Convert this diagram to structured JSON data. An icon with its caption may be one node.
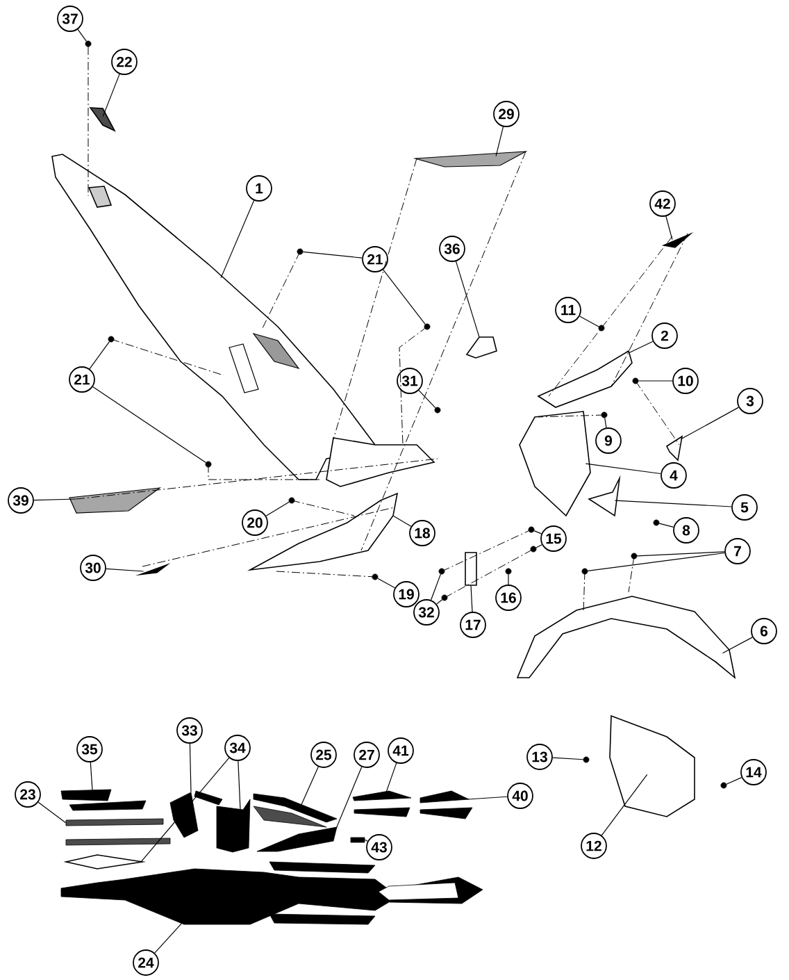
{
  "diagram": {
    "nodes": [
      {
        "text": [
          "1"
        ]
      },
      {
        "text": [
          "2"
        ]
      },
      {
        "text": [
          "3"
        ]
      },
      {
        "text": [
          "4"
        ]
      },
      {
        "text": [
          "5"
        ]
      },
      {
        "text": [
          "6"
        ]
      },
      {
        "text": [
          "7"
        ]
      },
      {
        "text": [
          "8"
        ]
      },
      {
        "text": [
          "9"
        ]
      },
      {
        "text": [
          "10"
        ]
      },
      {
        "text": [
          "11"
        ]
      },
      {
        "text": [
          "12"
        ]
      },
      {
        "text": [
          "13"
        ]
      },
      {
        "text": [
          "14"
        ]
      },
      {
        "text": [
          "15"
        ]
      },
      {
        "text": [
          "16"
        ]
      },
      {
        "text": [
          "17"
        ]
      },
      {
        "text": [
          "18"
        ]
      },
      {
        "text": [
          "19"
        ]
      },
      {
        "text": [
          "20"
        ]
      },
      {
        "text": [
          "21"
        ]
      },
      {
        "text": [
          "21"
        ]
      },
      {
        "text": [
          "22"
        ]
      },
      {
        "text": [
          "23"
        ]
      },
      {
        "text": [
          "24"
        ]
      },
      {
        "text": [
          "25"
        ]
      },
      {
        "text": [
          "27"
        ]
      },
      {
        "text": [
          "29"
        ]
      },
      {
        "text": [
          "30"
        ]
      },
      {
        "text": [
          "31"
        ]
      },
      {
        "text": [
          "32"
        ]
      },
      {
        "text": [
          "33"
        ]
      },
      {
        "text": [
          "34"
        ]
      },
      {
        "text": [
          "35"
        ]
      },
      {
        "text": [
          "36"
        ]
      },
      {
        "text": [
          "37"
        ]
      },
      {
        "text": [
          "39"
        ]
      },
      {
        "text": [
          "40"
        ]
      },
      {
        "text": [
          "41"
        ]
      },
      {
        "text": [
          "42"
        ]
      },
      {
        "text": [
          "43"
        ]
      },
      {
        "text": [],
        "shape": "picture"
      },
      {
        "text": [],
        "shape": "picture"
      },
      {
        "text": [],
        "shape": "picture"
      },
      {
        "text": [],
        "shape": "picture"
      },
      {
        "text": [],
        "shape": "picture"
      },
      {
        "text": [],
        "shape": "picture"
      },
      {
        "text": [],
        "shape": "circle"
      },
      {
        "text": [],
        "shape": "circle"
      },
      {
        "text": [],
        "shape": "circle"
      },
      {
        "text": [],
        "shape": "circle"
      },
      {
        "text": [],
        "shape": "circle"
      },
      {
        "text": [],
        "shape": "circle"
      },
      {
        "text": [],
        "shape": "picture"
      },
      {
        "text": [],
        "shape": "circle"
      },
      {
        "text": [],
        "shape": "circle"
      },
      {
        "text": [],
        "shape": "circle"
      },
      {
        "text": [],
        "shape": "circle"
      },
      {
        "text": [],
        "shape": "circle"
      },
      {
        "text": [],
        "shape": "box"
      },
      {
        "text": [],
        "shape": "picture"
      },
      {
        "text": [],
        "shape": "circle"
      },
      {
        "text": [],
        "shape": "circle"
      },
      {
        "text": [],
        "shape": "circle"
      },
      {
        "text": [],
        "shape": "circle"
      },
      {
        "text": [],
        "shape": "circle"
      },
      {
        "text": [],
        "shape": "circle"
      },
      {
        "text": [],
        "shape": "picture"
      },
      {
        "text": [],
        "shape": "bar"
      },
      {
        "text": [],
        "shape": "picture"
      },
      {
        "text": [],
        "shape": "picture"
      },
      {
        "text": [],
        "shape": "picture"
      },
      {
        "text": [],
        "shape": "picture"
      },
      {
        "text": [],
        "shape": "picture"
      },
      {
        "text": [],
        "shape": "circle"
      },
      {
        "text": [],
        "shape": "circle"
      },
      {
        "text": [],
        "shape": "circle"
      },
      {
        "text": [],
        "shape": "picture"
      },
      {
        "text": [],
        "shape": "picture"
      },
      {
        "text": [],
        "shape": "picture"
      },
      {
        "text": [],
        "shape": "bar"
      },
      {
        "text": [],
        "shape": "picture"
      },
      {
        "text": [],
        "shape": "circle"
      },
      {
        "text": [],
        "shape": "picture"
      },
      {
        "text": [],
        "shape": "picture"
      },
      {
        "text": [],
        "shape": "picture"
      },
      {
        "text": [],
        "shape": "picture"
      },
      {
        "text": [],
        "shape": "bar"
      },
      {
        "text": [],
        "shape": "bar"
      },
      {
        "text": [],
        "shape": "bar"
      },
      {
        "text": [],
        "shape": "picture"
      },
      {
        "text": [],
        "shape": "picture"
      },
      {
        "text": [],
        "shape": "bar"
      },
      {
        "text": [],
        "shape": "bar"
      },
      {
        "text": [],
        "shape": "bar"
      },
      {
        "text": [],
        "shape": "bar"
      },
      {
        "text": [],
        "shape": "picture",
        "in": 41
      },
      {
        "text": [],
        "shape": "picture",
        "in": 41
      }
    ],
    "edges": [
      {
        "from": 0,
        "to": 41,
        "arrow": "none"
      },
      {
        "from": 1,
        "to": 42,
        "arrow": "none"
      },
      {
        "from": 2,
        "to": 43,
        "arrow": "none"
      },
      {
        "from": 3,
        "to": 44,
        "arrow": "none"
      },
      {
        "from": 4,
        "to": 45,
        "arrow": "none"
      },
      {
        "from": 5,
        "to": 46,
        "arrow": "none"
      },
      {
        "from": 6,
        "to": 47,
        "arrow": "none"
      },
      {
        "from": 6,
        "to": 48,
        "arrow": "none"
      },
      {
        "from": 7,
        "to": 49,
        "arrow": "none"
      },
      {
        "from": 8,
        "to": 50,
        "arrow": "none"
      },
      {
        "from": 9,
        "to": 51,
        "arrow": "none"
      },
      {
        "from": 10,
        "to": 52,
        "arrow": "none"
      },
      {
        "from": 11,
        "to": 53,
        "arrow": "none"
      },
      {
        "from": 12,
        "to": 54,
        "arrow": "none"
      },
      {
        "from": 13,
        "to": 55,
        "arrow": "none"
      },
      {
        "from": 14,
        "to": 56,
        "arrow": "none"
      },
      {
        "from": 14,
        "to": 57,
        "arrow": "none"
      },
      {
        "from": 15,
        "to": 58,
        "arrow": "none"
      },
      {
        "from": 16,
        "to": 59,
        "arrow": "none"
      },
      {
        "from": 17,
        "to": 60,
        "arrow": "none"
      },
      {
        "from": 18,
        "to": 61,
        "arrow": "none"
      },
      {
        "from": 19,
        "to": 62,
        "arrow": "none"
      },
      {
        "from": 20,
        "to": 63,
        "arrow": "none"
      },
      {
        "from": 20,
        "to": 64,
        "arrow": "none"
      },
      {
        "from": 21,
        "to": 65,
        "arrow": "none"
      },
      {
        "from": 21,
        "to": 66,
        "arrow": "none"
      },
      {
        "from": 22,
        "to": 67,
        "arrow": "none"
      },
      {
        "from": 23,
        "to": 68,
        "arrow": "none"
      },
      {
        "from": 24,
        "to": 69,
        "arrow": "none"
      },
      {
        "from": 25,
        "to": 70,
        "arrow": "none"
      },
      {
        "from": 26,
        "to": 71,
        "arrow": "none"
      },
      {
        "from": 27,
        "to": 72,
        "arrow": "none"
      },
      {
        "from": 28,
        "to": 73,
        "arrow": "none"
      },
      {
        "from": 29,
        "to": 74,
        "arrow": "none"
      },
      {
        "from": 30,
        "to": 75,
        "arrow": "none"
      },
      {
        "from": 30,
        "to": 76,
        "arrow": "none"
      },
      {
        "from": 31,
        "to": 77,
        "arrow": "none"
      },
      {
        "from": 32,
        "to": 78,
        "arrow": "none"
      },
      {
        "from": 32,
        "to": 79,
        "arrow": "none"
      },
      {
        "from": 33,
        "to": 80,
        "arrow": "none"
      },
      {
        "from": 34,
        "to": 81,
        "arrow": "none"
      },
      {
        "from": 35,
        "to": 82,
        "arrow": "none"
      },
      {
        "from": 36,
        "to": 83,
        "arrow": "none"
      },
      {
        "from": 37,
        "to": 84,
        "arrow": "none"
      },
      {
        "from": 38,
        "to": 85,
        "arrow": "none"
      },
      {
        "from": 39,
        "to": 86,
        "arrow": "none"
      },
      {
        "from": 40,
        "to": 87,
        "arrow": "none"
      },
      {
        "from": 82,
        "to": 96,
        "arrow": "none",
        "style": "dashed"
      },
      {
        "from": 72,
        "to": 41,
        "arrow": "none",
        "style": "dashed"
      },
      {
        "from": 72,
        "to": 60,
        "arrow": "none",
        "style": "dashed"
      },
      {
        "from": 86,
        "to": 42,
        "arrow": "none",
        "style": "dashed"
      },
      {
        "from": 86,
        "to": 42,
        "arrow": "none",
        "style": "dashed"
      },
      {
        "from": 65,
        "to": 41,
        "arrow": "none",
        "style": "dashed"
      },
      {
        "from": 83,
        "to": 41,
        "arrow": "none",
        "style": "dashed"
      },
      {
        "from": 73,
        "to": 60,
        "arrow": "none",
        "style": "dashed"
      },
      {
        "from": 63,
        "to": 41,
        "arrow": "none",
        "style": "dashed"
      },
      {
        "from": 64,
        "to": 41,
        "arrow": "none",
        "style": "dashed"
      },
      {
        "from": 75,
        "to": 56,
        "arrow": "none",
        "style": "dashed"
      },
      {
        "from": 76,
        "to": 57,
        "arrow": "none",
        "style": "dashed"
      },
      {
        "from": 60,
        "to": 61,
        "arrow": "none",
        "style": "dashed"
      },
      {
        "from": 62,
        "to": 60,
        "arrow": "none",
        "style": "dashed"
      },
      {
        "from": 50,
        "to": 44,
        "arrow": "none",
        "style": "dashed"
      },
      {
        "from": 47,
        "to": 46,
        "arrow": "none",
        "style": "dashed"
      },
      {
        "from": 48,
        "to": 46,
        "arrow": "none",
        "style": "dashed"
      },
      {
        "from": 51,
        "to": 43,
        "arrow": "none",
        "style": "dashed"
      },
      {
        "from": 66,
        "to": 41,
        "arrow": "none",
        "style": "dashed"
      }
    ]
  }
}
